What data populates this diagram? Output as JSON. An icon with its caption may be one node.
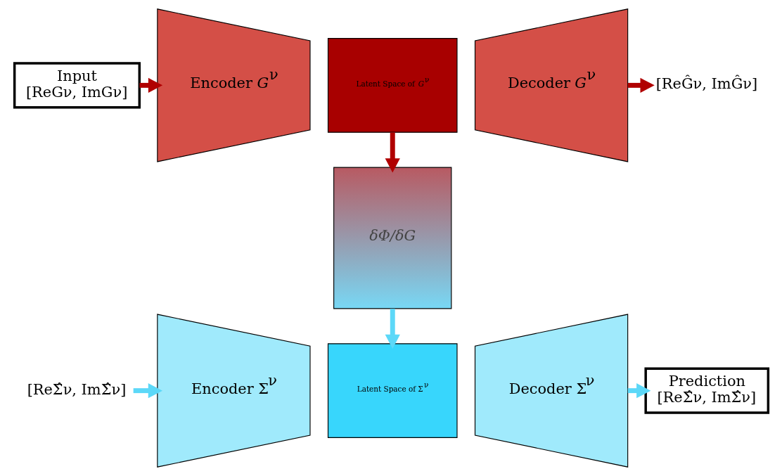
{
  "diagram": {
    "nodes": [
      {
        "text": [
          "Input",
          "[ReGν, ImGν]"
        ]
      },
      {
        "text": [
          "Encoder *G*$^{ν}$"
        ]
      },
      {
        "text": [
          "Latent Space of *G*$^{ν}$"
        ]
      },
      {
        "text": [
          "Decoder *G*$^{ν}$"
        ]
      },
      {
        "text": [
          "[ReĜν, ImĜν]"
        ]
      },
      {
        "text": [
          "*δΦ/δG*"
        ]
      },
      {
        "text": [
          "[ReΣ̂ν, ImΣ̂ν]"
        ]
      },
      {
        "text": [
          "Encoder Σ$^{ν}$"
        ]
      },
      {
        "text": [
          "Latent Space of Σ$^{ν}$"
        ]
      },
      {
        "text": [
          "Decoder Σ$^{ν}$"
        ]
      },
      {
        "text": [
          "Prediction",
          "[ReΣ̂ν, ImΣ̂ν]"
        ]
      }
    ],
    "edges": [
      {
        "from": 0,
        "to": 1,
        "arrow": "to",
        "color": "#b00000"
      },
      {
        "from": 3,
        "to": 4,
        "arrow": "to",
        "color": "#b00000"
      },
      {
        "from": 2,
        "to": 5,
        "arrow": "to",
        "color": "#b00000"
      },
      {
        "from": 5,
        "to": 8,
        "arrow": "to",
        "color": "#5cd8f8"
      },
      {
        "from": 6,
        "to": 7,
        "arrow": "to",
        "color": "#5cd8f8"
      },
      {
        "from": 9,
        "to": 10,
        "arrow": "to",
        "color": "#5cd8f8"
      }
    ]
  }
}
